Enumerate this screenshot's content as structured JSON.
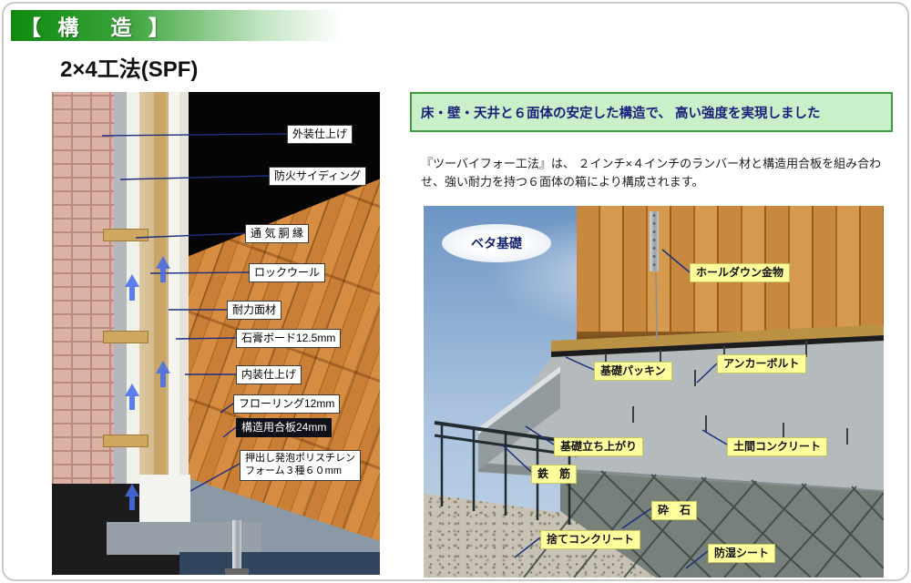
{
  "page": {
    "header_title": "【 構　造 】",
    "subtitle": "2×4工法(SPF)"
  },
  "info_box": {
    "text": "床・壁・天井と６面体の安定した構造で、 高い強度を実現しました"
  },
  "description": {
    "text": "『ツーバイフォー工法』は、 ２インチ×４インチのランバー材と構造用合板を組み合わせ、強い耐力を持つ６面体の箱により構成されます。"
  },
  "wall_diagram": {
    "labels": [
      {
        "text": "外装仕上げ"
      },
      {
        "text": "防火サイディング"
      },
      {
        "text": "通 気 胴 縁"
      },
      {
        "text": "ロックウール"
      },
      {
        "text": "耐力面材"
      },
      {
        "text": "石膏ボード12.5mm"
      },
      {
        "text": "内装仕上げ"
      },
      {
        "text": "フローリング12mm"
      },
      {
        "text": "構造用合板24mm"
      },
      {
        "text": "押出し発泡ポリスチレン",
        "text2": "フォーム３種６０mm"
      }
    ]
  },
  "foundation_diagram": {
    "badge": "ベタ基礎",
    "labels": [
      {
        "text": "ホールダウン金物"
      },
      {
        "text": "基礎パッキン"
      },
      {
        "text": "アンカーボルト"
      },
      {
        "text": "基礎立ち上がり"
      },
      {
        "text": "鉄　筋"
      },
      {
        "text": "土間コンクリート"
      },
      {
        "text": "砕　石"
      },
      {
        "text": "捨てコンクリート"
      },
      {
        "text": "防湿シート"
      }
    ]
  },
  "colors": {
    "header_green": "#0f8a0f",
    "info_box_green": "#c9f0c9",
    "label_yellow": "#ffff9e",
    "accent_navy": "#1a2f7e"
  }
}
